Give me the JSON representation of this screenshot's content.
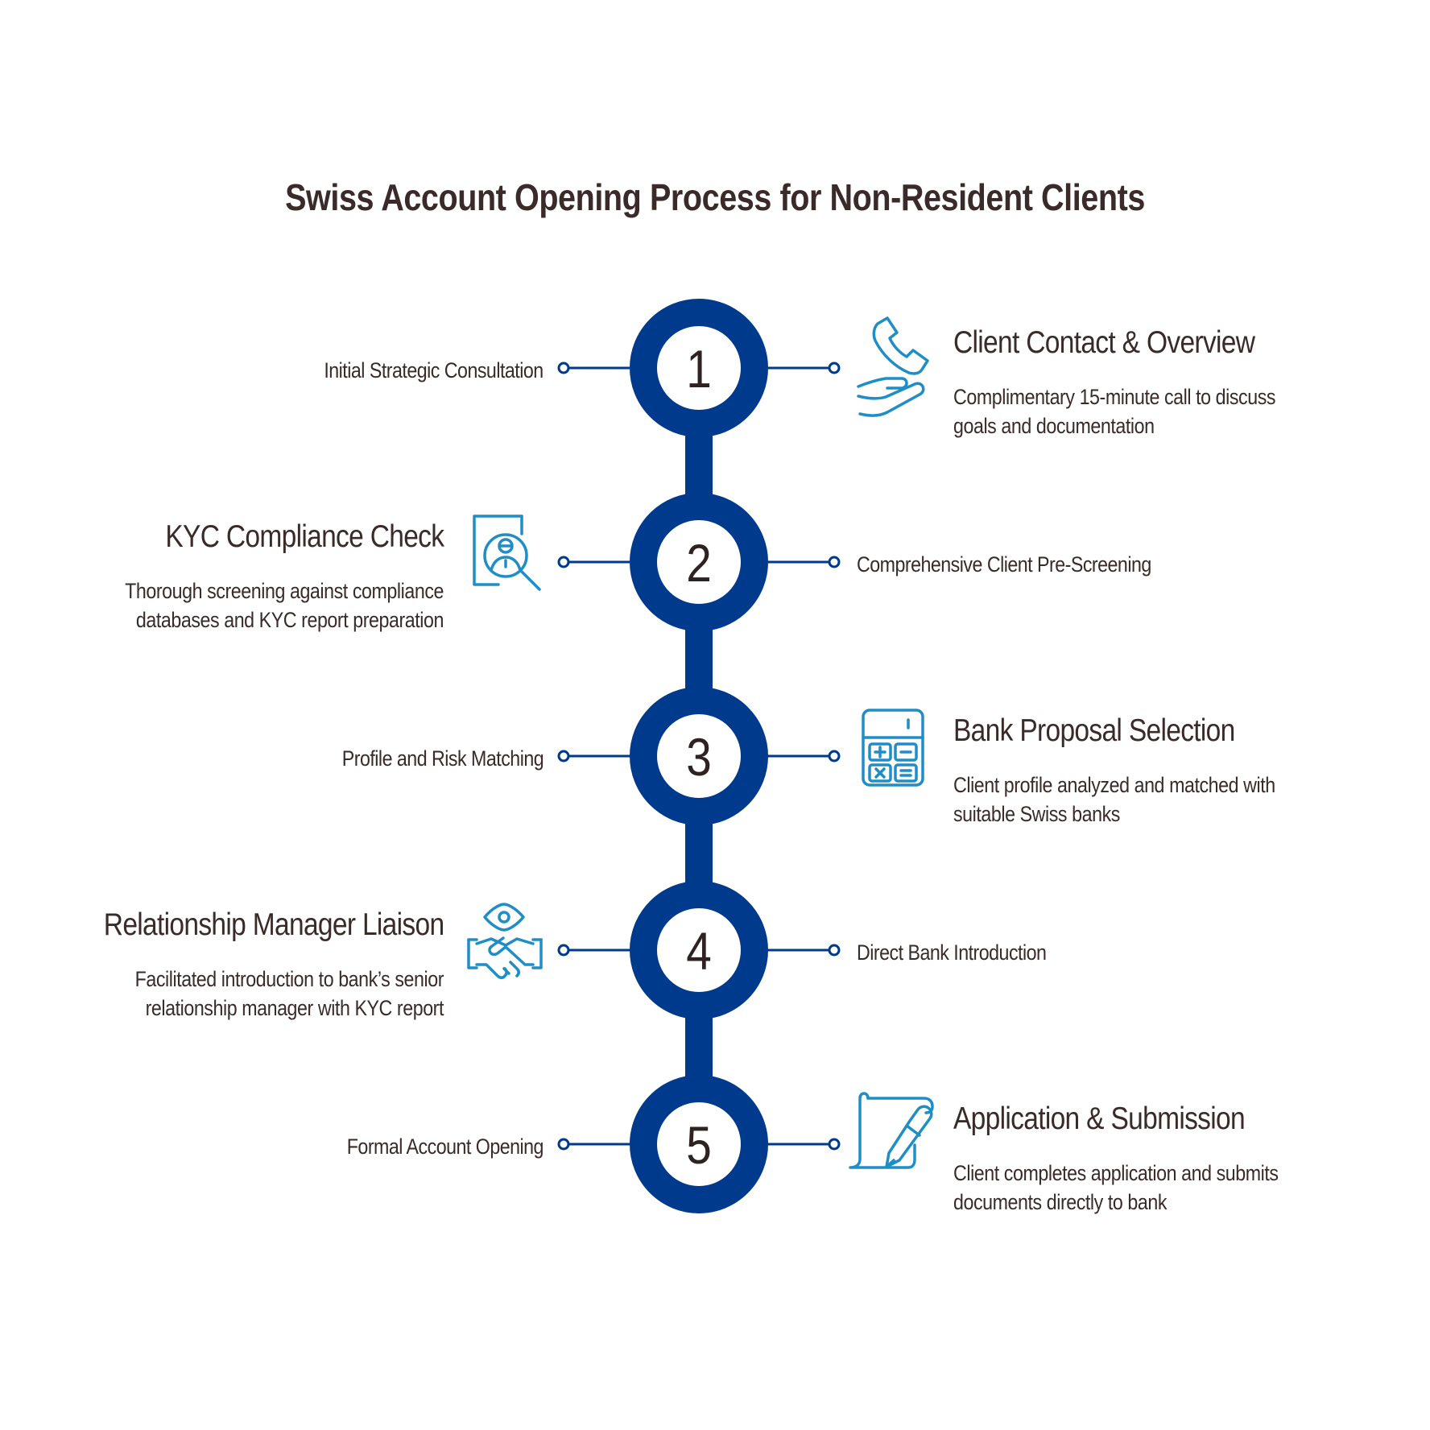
{
  "title": "Swiss Account Opening Process for Non-Resident Clients",
  "colors": {
    "primary": "#003a8c",
    "icon": "#1f8dc6",
    "text": "#3a2a2a"
  },
  "steps": [
    {
      "number": "1",
      "phase": "Initial Strategic Consultation",
      "heading": "Client Contact & Overview",
      "description": "Complimentary 15-minute call to discuss goals and documentation",
      "icon": "phone-hand-icon"
    },
    {
      "number": "2",
      "phase": "Comprehensive Client Pre-Screening",
      "heading": "KYC Compliance Check",
      "description": "Thorough screening against compliance databases and KYC report preparation",
      "icon": "document-search-icon"
    },
    {
      "number": "3",
      "phase": "Profile and Risk Matching",
      "heading": "Bank Proposal Selection",
      "description": "Client profile analyzed and matched with suitable Swiss banks",
      "icon": "calculator-icon"
    },
    {
      "number": "4",
      "phase": "Direct Bank Introduction",
      "heading": "Relationship Manager Liaison",
      "description": "Facilitated introduction to bank’s senior relationship manager with KYC report",
      "icon": "handshake-eye-icon"
    },
    {
      "number": "5",
      "phase": "Formal Account Opening",
      "heading": "Application & Submission",
      "description": "Client completes application and submits documents directly to bank",
      "icon": "pen-document-icon"
    }
  ]
}
